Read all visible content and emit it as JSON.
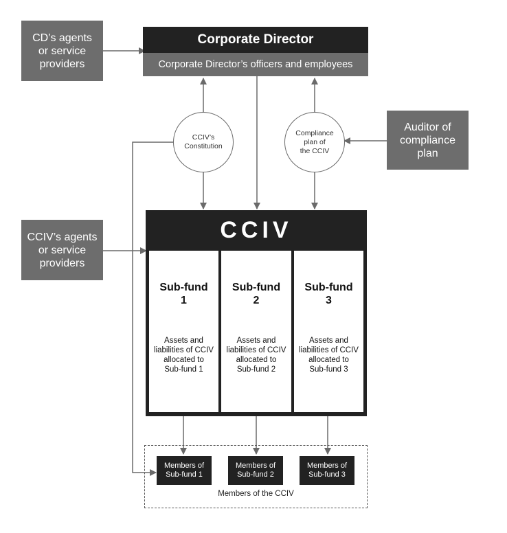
{
  "corporate_director": {
    "title": "Corporate Director",
    "subtitle": "Corporate Director’s officers and employees"
  },
  "cd_agents": "CD’s agents\nor service\nproviders",
  "cciv_agents": "CCIV’s agents\nor service\nproviders",
  "auditor": "Auditor of\ncompliance\nplan",
  "constitution": "CCIV’s\nConstitution",
  "compliance_plan": "Compliance\nplan of\nthe CCIV",
  "cciv": {
    "title": "CCIV",
    "subfunds": [
      {
        "title": "Sub-fund\n1",
        "description": "Assets and\nliabilities of CCIV\nallocated to\nSub-fund 1"
      },
      {
        "title": "Sub-fund\n2",
        "description": "Assets and\nliabilities of CCIV\nallocated to\nSub-fund 2"
      },
      {
        "title": "Sub-fund\n3",
        "description": "Assets and\nliabilities of CCIV\nallocated to\nSub-fund 3"
      }
    ]
  },
  "members": {
    "boxes": [
      "Members of\nSub-fund 1",
      "Members of\nSub-fund 2",
      "Members of\nSub-fund 3"
    ],
    "caption": "Members of the CCIV"
  },
  "colors": {
    "grey_box": "#6d6d6d",
    "dark_box": "#222222",
    "connector": "#6a6a6a"
  }
}
